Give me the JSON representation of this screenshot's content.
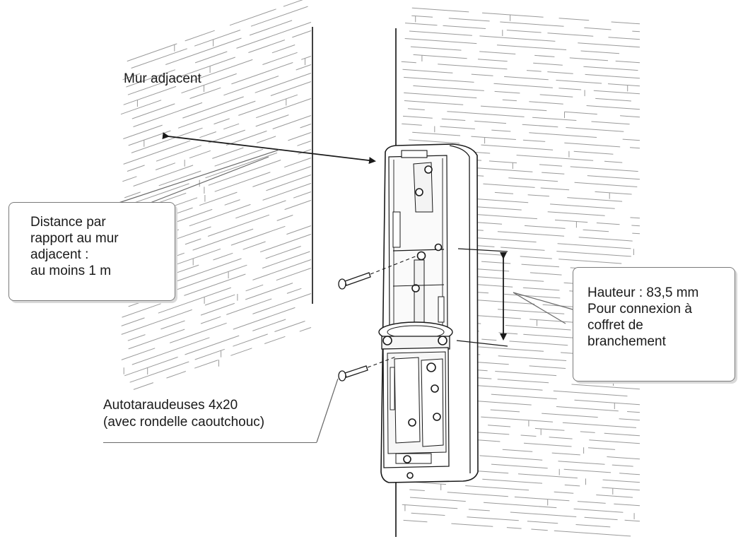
{
  "labels": {
    "adjacent_wall": "Mur adjacent",
    "distance": [
      "Distance par",
      "rapport au mur",
      "adjacent :",
      "au moins 1 m"
    ],
    "height": [
      "Hauteur : 83,5 mm",
      "Pour connexion à",
      "coffret de",
      "branchement"
    ],
    "screws": [
      "Autotaraudeuses 4x20",
      "(avec rondelle caoutchouc)"
    ]
  }
}
